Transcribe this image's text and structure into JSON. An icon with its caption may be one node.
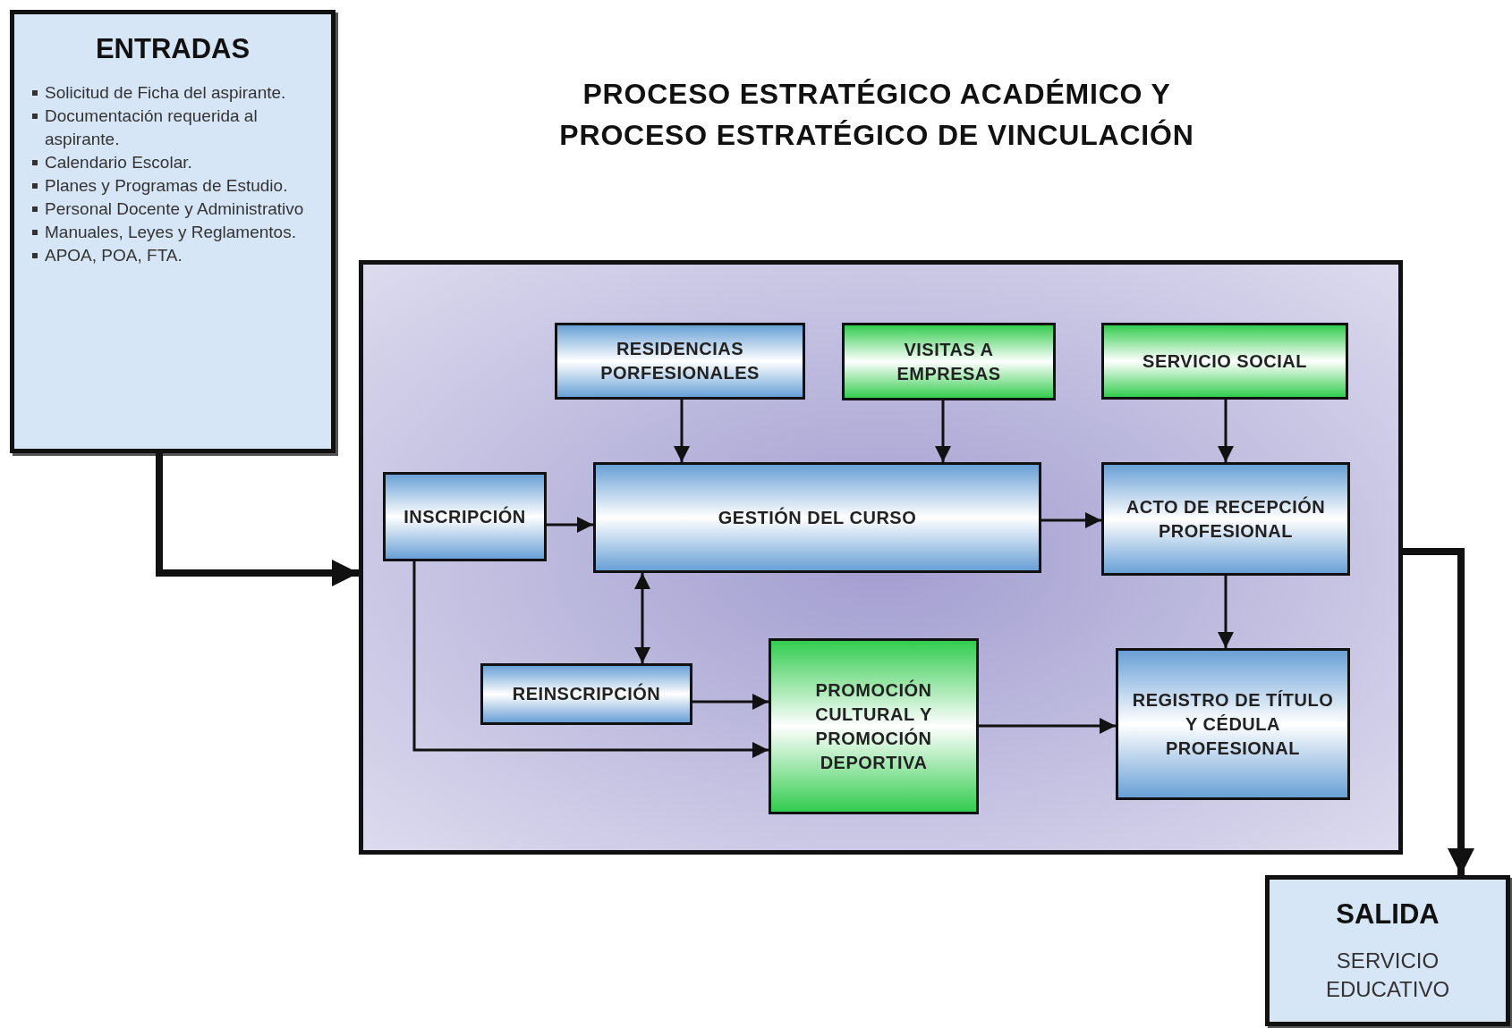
{
  "diagram": {
    "title": "PROCESO ESTRATÉGICO ACADÉMICO Y PROCESO ESTRATÉGICO DE VINCULACIÓN",
    "nodes": [
      {
        "text": [
          "ENTRADAS",
          "Solicitud de Ficha del aspirante.",
          "Documentación requerida al aspirante.",
          "Calendario Escolar.",
          "Planes y Programas de Estudio.",
          "Personal Docente y Administrativo",
          "Manuales, Leyes y Reglamentos.",
          "APOA, POA, FTA."
        ]
      },
      {
        "text": [],
        "shape": "box"
      },
      {
        "text": [
          "RESIDENCIAS PORFESIONALES"
        ],
        "in": 1
      },
      {
        "text": [
          "VISITAS A EMPRESAS"
        ],
        "in": 1
      },
      {
        "text": [
          "SERVICIO SOCIAL"
        ],
        "in": 1
      },
      {
        "text": [
          "INSCRIPCIÓN"
        ],
        "in": 1
      },
      {
        "text": [
          "GESTIÓN DEL CURSO"
        ],
        "in": 1
      },
      {
        "text": [
          "ACTO DE RECEPCIÓN PROFESIONAL"
        ],
        "in": 1
      },
      {
        "text": [
          "REINSCRIPCIÓN"
        ],
        "in": 1
      },
      {
        "text": [
          "PROMOCIÓN CULTURAL Y PROMOCIÓN DEPORTIVA"
        ],
        "in": 1
      },
      {
        "text": [
          "REGISTRO DE TÍTULO Y CÉDULA PROFESIONAL"
        ],
        "in": 1
      },
      {
        "text": [
          "SALIDA",
          "SERVICIO EDUCATIVO"
        ]
      }
    ],
    "edges": [
      {
        "from": 0,
        "to": 1,
        "arrow": "to",
        "style": "thick"
      },
      {
        "from": 2,
        "to": 6,
        "arrow": "to"
      },
      {
        "from": 3,
        "to": 6,
        "arrow": "to"
      },
      {
        "from": 4,
        "to": 7,
        "arrow": "to"
      },
      {
        "from": 5,
        "to": 6,
        "arrow": "to"
      },
      {
        "from": 6,
        "to": 7,
        "arrow": "to"
      },
      {
        "from": 6,
        "to": 8,
        "arrow": "both"
      },
      {
        "from": 8,
        "to": 9,
        "arrow": "to"
      },
      {
        "from": 5,
        "to": 9,
        "arrow": "to"
      },
      {
        "from": 9,
        "to": 10,
        "arrow": "to"
      },
      {
        "from": 7,
        "to": 10,
        "arrow": "to"
      },
      {
        "from": 1,
        "to": 11,
        "arrow": "to",
        "style": "thick"
      }
    ]
  }
}
